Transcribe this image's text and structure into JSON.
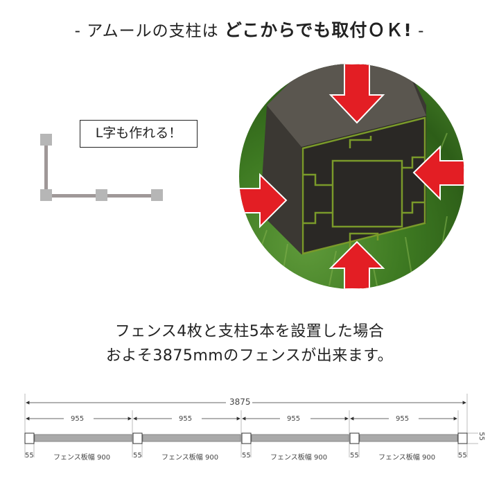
{
  "header": {
    "prefix": "- アムールの支柱は ",
    "emphasis": "どこからでも取付ＯＫ!",
    "suffix": " -"
  },
  "l_shape": {
    "label": "L字も作れる！"
  },
  "photo": {
    "description": "aluminum fence post cross-section on grass with four red arrows pointing inward",
    "arrow_color": "#e31e24",
    "arrows": [
      "top",
      "right",
      "bottom",
      "left"
    ]
  },
  "description": {
    "line1": "フェンス4枚と支柱5本を設置した場合",
    "line2": "およそ3875mmのフェンスが出来ます。"
  },
  "diagram": {
    "total": "3875",
    "spans": [
      "955",
      "955",
      "955",
      "955"
    ],
    "post_labels": [
      "55",
      "55",
      "55",
      "55",
      "55"
    ],
    "panel_labels": [
      "フェンス板幅 900",
      "フェンス板幅 900",
      "フェンス板幅 900",
      "フェンス板幅 900"
    ],
    "height_label": "55"
  }
}
